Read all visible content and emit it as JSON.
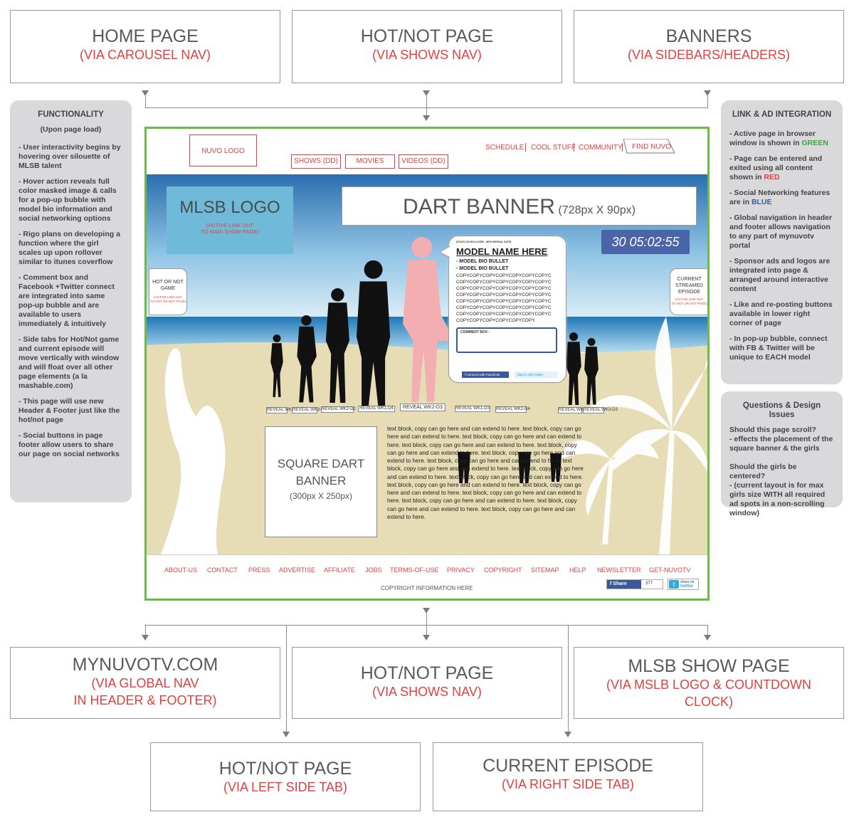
{
  "top_boxes": [
    {
      "title": "HOME PAGE",
      "sub": "(VIA CAROUSEL NAV)"
    },
    {
      "title": "HOT/NOT PAGE",
      "sub": "(VIA SHOWS NAV)"
    },
    {
      "title": "BANNERS",
      "sub": "(VIA SIDEBARS/HEADERS)"
    }
  ],
  "bottom_boxes": [
    {
      "title": "MYNUVOTV.COM",
      "sub": "(VIA GLOBAL NAV\nIN HEADER & FOOTER)"
    },
    {
      "title": "HOT/NOT PAGE",
      "sub": "(VIA SHOWS NAV)"
    },
    {
      "title": "MLSB SHOW PAGE",
      "sub": "(VIA MSLB LOGO & COUNTDOWN\nCLOCK)"
    },
    {
      "title": "HOT/NOT PAGE",
      "sub": "(VIA LEFT SIDE TAB)"
    },
    {
      "title": "CURRENT EPISODE",
      "sub": "(VIA RIGHT SIDE TAB)"
    }
  ],
  "functionality": {
    "title": "FUNCTIONALITY",
    "subtitle": "(Upon page load)",
    "items": [
      "- User interactivity begins by hovering over silouette of MLSB talent",
      "- Hover action reveals full color masked image & calls for a pop-up bubble with model bio information and social networking options",
      "- Rigo plans on developing a function  where the girl scales up upon rollover similar to itunes coverflow",
      "- Comment box and Facebook +Twitter connect are integrated into same pop-up bubble and are available to users immediately & intuitively",
      "- Side tabs for Hot/Not game and current episode will move vertically with window and will float over all other page elements (a la mashable.com)",
      "- This page will use new Header & Footer just like the hot/not page",
      "- Social buttons in page footer allow users to share our page on social networks"
    ]
  },
  "link_ad": {
    "title": "LINK & AD INTEGRATION",
    "items": [
      {
        "text": "- Active page in browser window is shown in ",
        "hl": "GREEN",
        "color": "#3aa935",
        "after": ""
      },
      {
        "text": "- Page can be entered and exited using all content shown in ",
        "hl": "RED",
        "color": "#e0413f",
        "after": ""
      },
      {
        "text": "- Social Networking features are in ",
        "hl": "BLUE",
        "color": "#3b5998",
        "after": ""
      },
      {
        "text": "- Global navigation in header and footer allows navigation to any part of mynuvotv portal",
        "hl": "",
        "color": "",
        "after": ""
      },
      {
        "text": "- Sponsor ads and logos are integrated into page & arranged around interactive content",
        "hl": "",
        "color": "",
        "after": ""
      },
      {
        "text": "- Like and re-posting buttons available in lower right corner of page",
        "hl": "",
        "color": "",
        "after": ""
      },
      {
        "text": "- In pop-up bubble, connect with FB & Twitter will be unique to EACH model",
        "hl": "",
        "color": "",
        "after": ""
      }
    ]
  },
  "questions": {
    "title": "Questions & Design Issues",
    "lines": [
      "Should this page scroll?",
      "- effects the placement of the square banner & the girls",
      "",
      "Should the girls be centered?",
      "- (current layout is for max girls size WITH all required ad spots in a non-scrolling window)"
    ]
  },
  "page": {
    "logo": "NUVO LOGO",
    "top_nav": [
      "SCHEDULE",
      "COOL STUFF",
      "COMMUNITY",
      "FIND NUVO"
    ],
    "sub_nav": [
      "SHOWS (DD)",
      "MOVIES",
      "VIDEOS (DD)"
    ],
    "mlsb_logo": "MLSB LOGO",
    "mlsb_logo_note": "(ACTIVE LINK OUT\nTO MAIN SHOW PAGE)",
    "dart_banner": "DART BANNER",
    "dart_size": "(728px X 90px)",
    "countdown": "30  05:02:55",
    "left_tab": "HOT OR NOT\nGAME",
    "left_tab_note": "(ACTIVE LINK OUT\nTO HOT OR NOT PAGE)",
    "right_tab": "CURRENT\nSTREAMED\nEPISODE",
    "right_tab_note": "(ACTIVE LINK OUT\nTO HOT OR NOT PAGE)",
    "bubble": {
      "note": "(STAYS ON ROLLOVER - WITH REVEAL DATE)",
      "name": "MODEL NAME HERE",
      "bullets": [
        "- MODEL BIO BULLET",
        "- MODEL BIO BULLET"
      ],
      "copy": "COPYCOPYCOPYCOPYCOPYCOPYCOPYC\nCOPYCOPYCOPYCOPYCOPYCOPYCOPYC\nCOPYCOPYCOPYCOPYCOPYCOPYCOPYC\nCOPYCOPYCOPYCOPYCOPYCOPYCOPYC\nCOPYCOPYCOPYCOPYCOPYCOPYCOPYC\nCOPYCOPYCOPYCOPYCOPYCOPYCOPYC\nCOPYCOPYCOPYCOPYCOPYCOPYCOPYC\nCOPYCOPYCOPYCOPYCOPYCOPY.",
      "comment": "COMMENT BOX :",
      "fb": "Connect with Facebook",
      "tw": "Sign in with twitter"
    },
    "reveal_tags": [
      "REVEAL WK3-D1",
      "REVEAL WK3-D4",
      "REVEAL WK2-D2",
      "REVEAL WK1-D4",
      "REVEAL WK2-D3",
      "REVEAL WK1-D3",
      "REVEAL WK2-D4",
      "REVEAL WK1-D2",
      "REVEAL WK3-D3"
    ],
    "square_banner": "SQUARE DART\nBANNER",
    "square_size": "(300px X 250px)",
    "text_block": "text block, copy can go here and can extend to here. text block, copy can go here and can extend to here. text block, copy can go here and can extend to here. text block, copy can go here and can extend to here. text block, copy can go here and can extend to here. text block, copy can go here and can extend to here. text block, copy can go here and can extend to here. text block, copy can go here and can extend to here. text block, copy can go here and can extend to here. text block, copy can go here and can extend to here. text block, copy can go here and can extend to here. text block, copy can go here and can extend to here. text block, copy can go here and can extend to here. text block, copy can go here and can extend to here. text block, copy can go here and can extend to here. text block, copy can go here and can extend to here.",
    "footer_links": [
      "ABOUT-US",
      "CONTACT",
      "PRESS",
      "ADVERTISE",
      "AFFILIATE",
      "JOBS",
      "TERMS-OF-USE",
      "PRIVACY",
      "COPYRIGHT",
      "SITEMAP",
      "HELP",
      "NEWSLETTER",
      "GET-NUVOTV"
    ],
    "copyright": "COPYRIGHT INFORMATION HERE",
    "share": "Share",
    "share_count": "377",
    "share_twitter_1": "share on",
    "share_twitter_2": "twitter"
  },
  "colors": {
    "accent_red": "#e0413f",
    "active_green": "#6cbd45",
    "social_blue": "#3b5998",
    "countdown_bg": "#4a64a8"
  }
}
